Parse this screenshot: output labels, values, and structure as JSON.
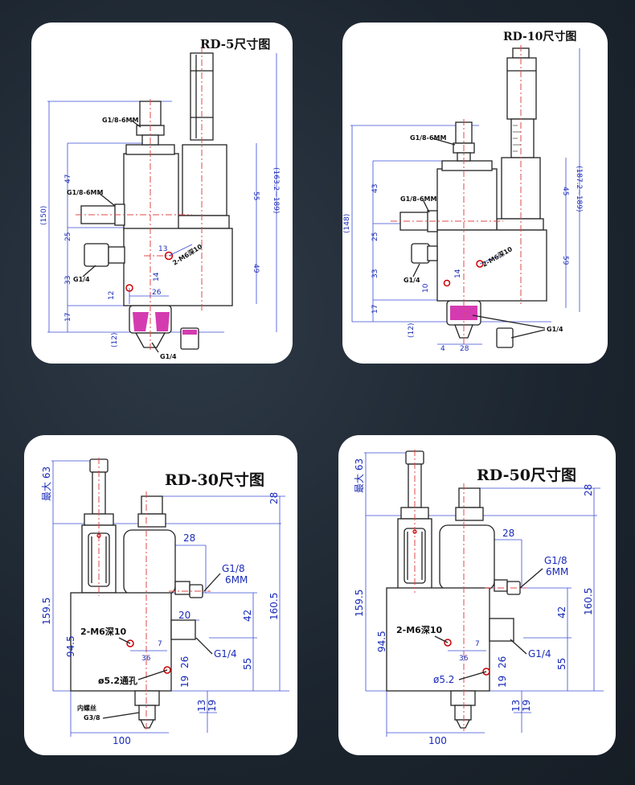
{
  "cards": [
    {
      "id": "rd5",
      "title": "RD-5尺寸图",
      "labels": [
        "G1/8-6MM",
        "G1/8-6MM",
        "G1/4",
        "G1/4",
        "2-M6深10"
      ],
      "dims": [
        "47",
        "25",
        "33",
        "17",
        "12",
        "13",
        "14",
        "26",
        "55",
        "49",
        "(150)",
        "(163.2~189)",
        "(12)"
      ]
    },
    {
      "id": "rd10",
      "title": "RD-10尺寸图",
      "labels": [
        "G1/8-6MM",
        "G1/8-6MM",
        "G1/4",
        "G1/4",
        "2-M6深10"
      ],
      "dims": [
        "43",
        "25",
        "33",
        "17",
        "10",
        "14",
        "45",
        "59",
        "(148)",
        "(187.2~189)",
        "(12)",
        "4",
        "28"
      ]
    },
    {
      "id": "rd30",
      "title": "RD-30尺寸图",
      "labels": [
        "G1/8",
        "6MM",
        "2-M6深10",
        "G1/4",
        "ø5.2通孔",
        "内螺丝",
        "G3/8"
      ],
      "dims": [
        "最大 63",
        "28",
        "28",
        "159.5",
        "94.5",
        "160.5",
        "42",
        "20",
        "55",
        "26",
        "19",
        "13",
        "19",
        "100",
        "36",
        "7"
      ]
    },
    {
      "id": "rd50",
      "title": "RD-50尺寸图",
      "labels": [
        "G1/8",
        "6MM",
        "2-M6深10",
        "G1/4",
        "ø5.2"
      ],
      "dims": [
        "最大 63",
        "28",
        "28",
        "159.5",
        "94.5",
        "160.5",
        "42",
        "55",
        "26",
        "19",
        "13",
        "19",
        "100",
        "36",
        "7"
      ]
    }
  ]
}
